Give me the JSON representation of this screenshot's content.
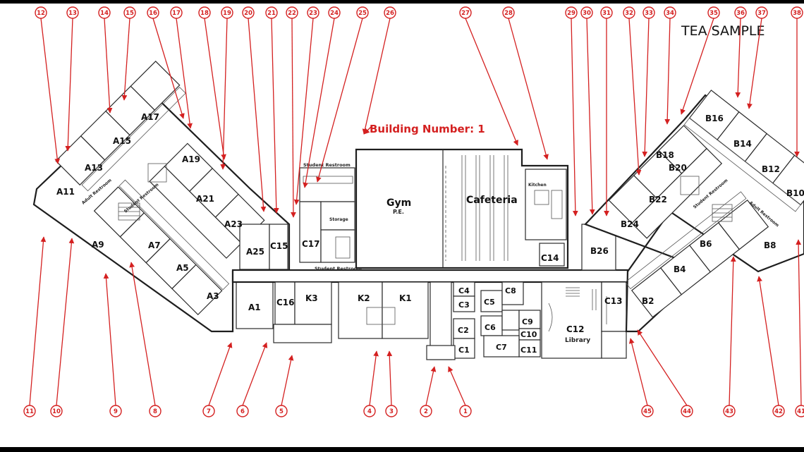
{
  "watermark": "TEA SAMPLE",
  "building_label": "Building Number: 1",
  "rooms": {
    "A17": "A17",
    "A15": "A15",
    "A13": "A13",
    "A11": "A11",
    "A19": "A19",
    "A21": "A21",
    "A23": "A23",
    "A25": "A25",
    "A9": "A9",
    "A7": "A7",
    "A5": "A5",
    "A3": "A3",
    "A1": "A1",
    "C15": "C15",
    "C17": "C17",
    "C16": "C16",
    "K3": "K3",
    "K2": "K2",
    "K1": "K1",
    "C4": "C4",
    "C3": "C3",
    "C2": "C2",
    "C1": "C1",
    "C5": "C5",
    "C6": "C6",
    "C7": "C7",
    "C8": "C8",
    "C9": "C9",
    "C10": "C10",
    "C11": "C11",
    "C12": "C12",
    "C13": "C13",
    "C14": "C14",
    "B16": "B16",
    "B14": "B14",
    "B12": "B12",
    "B10": "B10",
    "B18": "B18",
    "B20": "B20",
    "B22": "B22",
    "B24": "B24",
    "B26": "B26",
    "B6": "B6",
    "B8": "B8",
    "B4": "B4",
    "B2": "B2"
  },
  "areas": {
    "gym": "Gym",
    "gym_sub": "P.E.",
    "cafeteria": "Cafeteria",
    "library": "Library",
    "student_restroom": "Student Restroom",
    "storage": "Storage",
    "kitchen": "Kitchen",
    "adult_restroom": "Adult Restroom"
  },
  "callouts": {
    "top": [
      "12",
      "13",
      "14",
      "15",
      "16",
      "17",
      "18",
      "19",
      "20",
      "21",
      "22",
      "23",
      "24",
      "25",
      "26",
      "27",
      "28",
      "29",
      "30",
      "31",
      "32",
      "33",
      "34",
      "35",
      "36",
      "37",
      "38"
    ],
    "bottom": [
      "11",
      "10",
      "9",
      "8",
      "7",
      "6",
      "5",
      "4",
      "3",
      "2",
      "1",
      "45",
      "44",
      "43",
      "42",
      "41"
    ]
  }
}
